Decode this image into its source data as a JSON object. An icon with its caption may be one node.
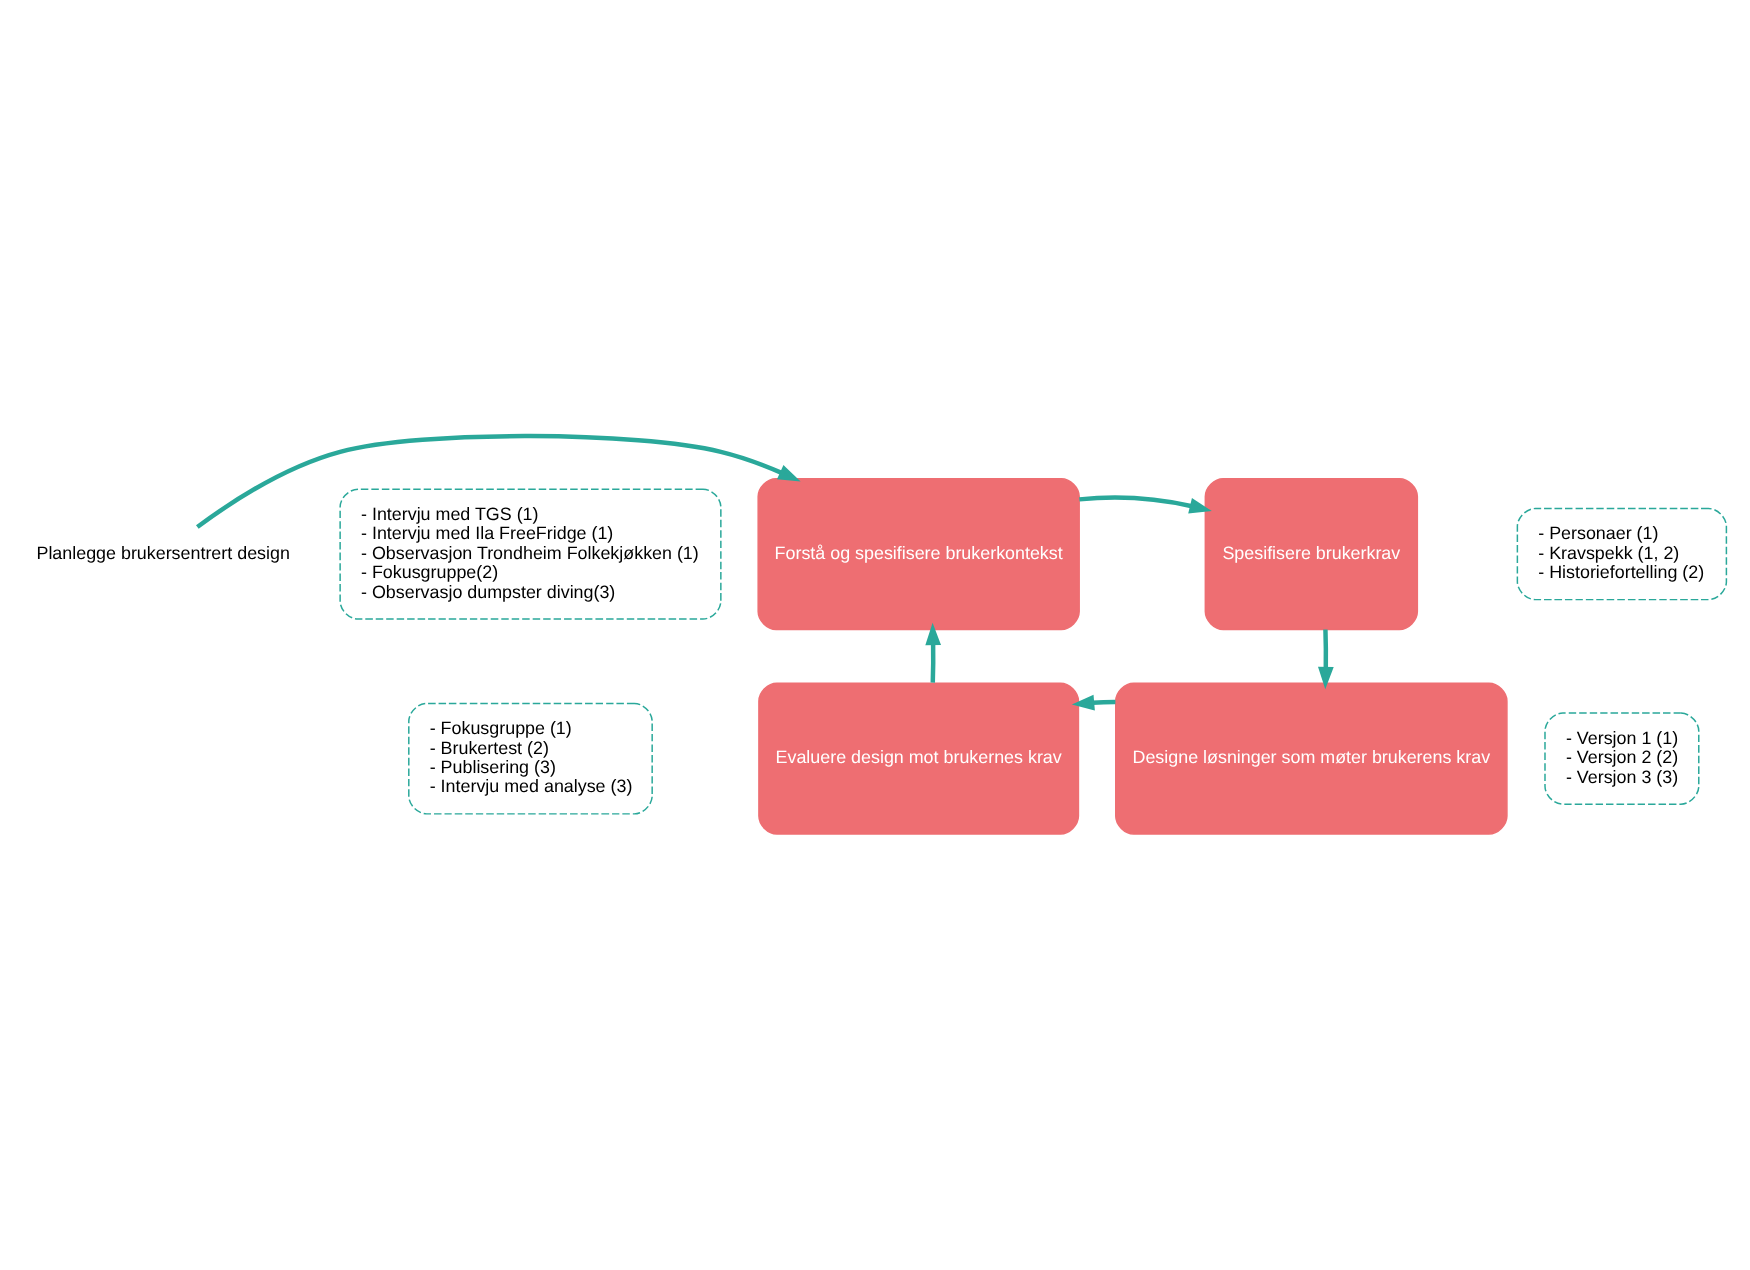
{
  "diagram": {
    "nodes": [
      {
        "text": [
          "- Intervju med TGS (1)",
          "- Intervju med Ila FreeFridge (1)",
          "- Observasjon Trondheim Folkekjøkken (1)",
          "- Fokusgruppe(2)",
          "- Observasjo dumpster diving(3)"
        ]
      },
      {
        "text": [
          "- Personaer (1)",
          "- Kravspekk (1, 2)",
          "- Historiefortelling (2)"
        ]
      },
      {
        "text": [
          "Forstå og spesifisere brukerkontekst"
        ]
      },
      {
        "text": [
          "Spesifisere brukerkrav"
        ]
      },
      {
        "text": [
          "Planlegge brukersentrert design"
        ]
      },
      {
        "text": [
          "Evaluere design mot brukernes krav"
        ]
      },
      {
        "text": [
          "Designe løsninger som møter brukerens krav"
        ]
      },
      {
        "text": [
          "- Fokusgruppe (1)",
          "- Brukertest (2)",
          "- Publisering (3)",
          "- Intervju med analyse (3)"
        ]
      },
      {
        "text": [
          "- Versjon 1 (1)",
          "- Versjon 2 (2)",
          "- Versjon 3 (3)"
        ]
      }
    ],
    "edges": [
      {
        "from": 2,
        "to": 3,
        "arrow": "to"
      },
      {
        "from": 3,
        "to": 6,
        "arrow": "to"
      },
      {
        "from": 6,
        "to": 5,
        "arrow": "to"
      },
      {
        "from": 5,
        "to": 2,
        "arrow": "to"
      },
      {
        "from": 4,
        "to": 2,
        "arrow": "to"
      }
    ]
  }
}
